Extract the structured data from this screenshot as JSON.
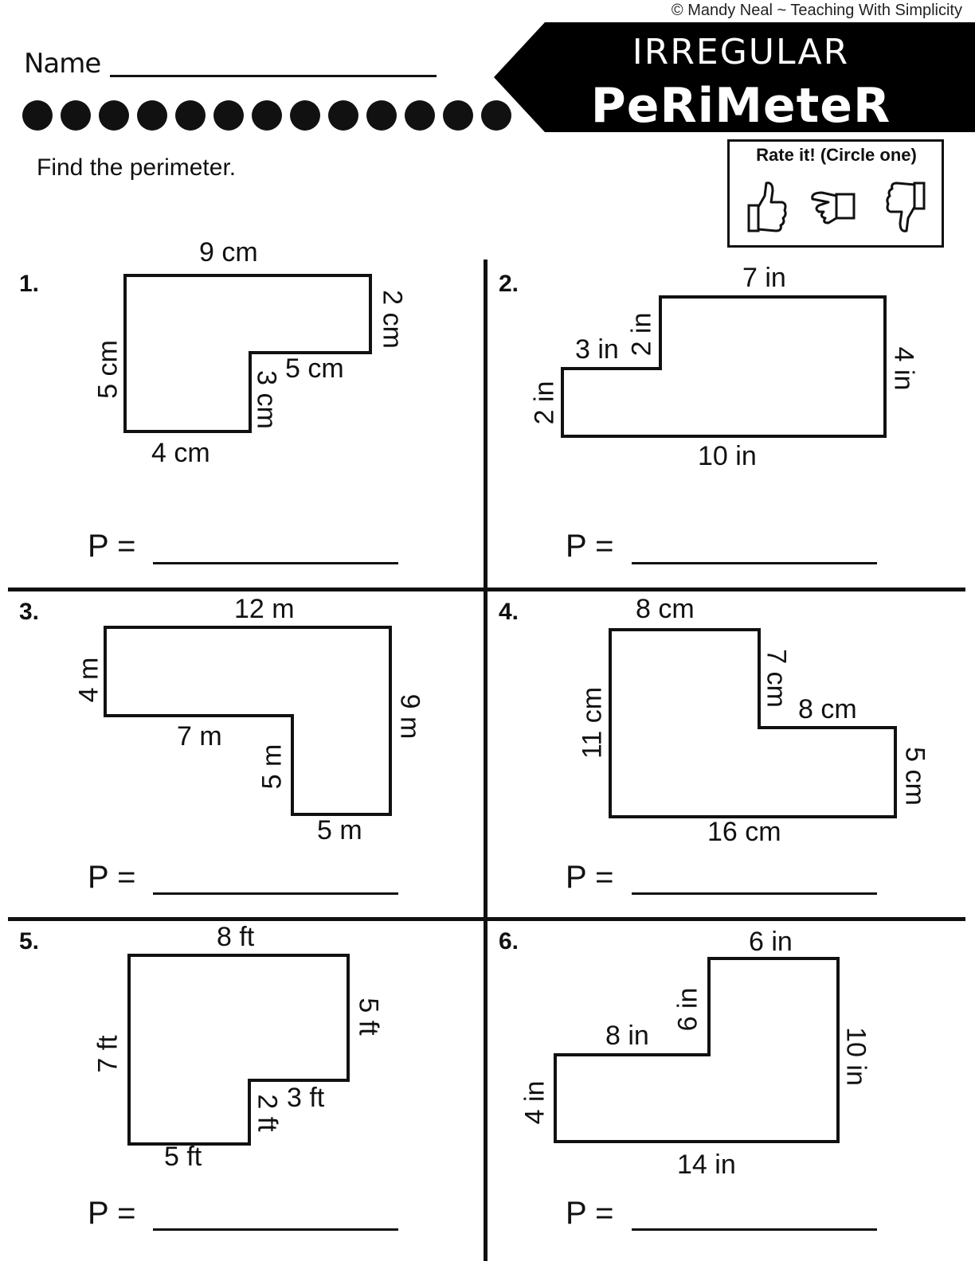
{
  "header": {
    "copyright": "© Mandy Neal ~ Teaching With Simplicity",
    "name_label": "Name",
    "title_line1": "IRREGULAR",
    "title_line2": "PeRiMeteR"
  },
  "instructions": "Find the perimeter.",
  "rating": {
    "label": "Rate it! (Circle one)",
    "options": [
      "thumbs-up-icon",
      "thumbs-sideways-icon",
      "thumbs-down-icon"
    ]
  },
  "problems": [
    {
      "number": "1.",
      "answer_label": "P =",
      "dims": [
        "9 cm",
        "2 cm",
        "5 cm",
        "3 cm",
        "4 cm",
        "5 cm"
      ]
    },
    {
      "number": "2.",
      "answer_label": "P =",
      "dims": [
        "7 in",
        "4 in",
        "10 in",
        "2 in",
        "3 in",
        "2 in"
      ]
    },
    {
      "number": "3.",
      "answer_label": "P =",
      "dims": [
        "12 m",
        "9 m",
        "5 m",
        "5 m",
        "7 m",
        "4 m"
      ]
    },
    {
      "number": "4.",
      "answer_label": "P =",
      "dims": [
        "8 cm",
        "7 cm",
        "8 cm",
        "5 cm",
        "16 cm",
        "11 cm"
      ]
    },
    {
      "number": "5.",
      "answer_label": "P =",
      "dims": [
        "8 ft",
        "5 ft",
        "3 ft",
        "2 ft",
        "5 ft",
        "7 ft"
      ]
    },
    {
      "number": "6.",
      "answer_label": "P =",
      "dims": [
        "6 in",
        "10 in",
        "14 in",
        "4 in",
        "8 in",
        "6 in"
      ]
    }
  ],
  "colors": {
    "ink": "#111111",
    "banner": "#000000",
    "paper": "#ffffff"
  }
}
